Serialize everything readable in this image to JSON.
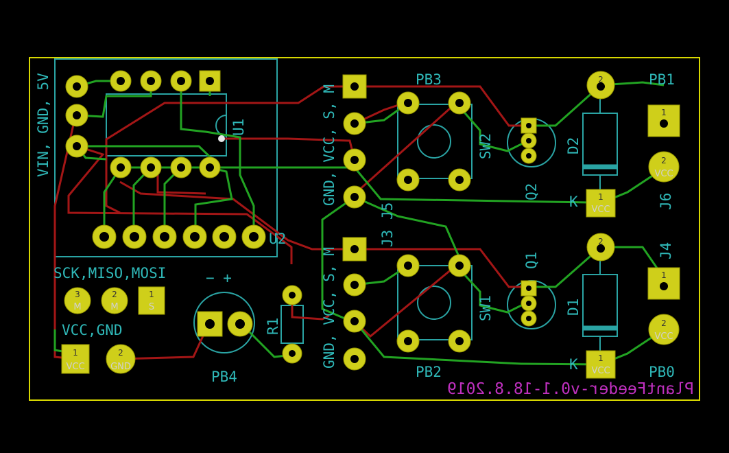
{
  "board": {
    "title": "PlantFeeder-v0.1-18.8.2019"
  },
  "labels": {
    "vin_gnd_5v": "VIN, GND, 5V",
    "gnd_vcc_s_m_top": "GND, VCC, S, M",
    "gnd_vcc_s_m_bottom": "GND, VCC, S, M",
    "sck_miso_mosi": "SCK,MISO,MOSI",
    "vcc_gnd": "VCC,GND",
    "u1": "U1",
    "u2": "U2",
    "j3": "J3",
    "j4": "J4",
    "j5": "J5",
    "j6": "J6",
    "pb0": "PB0",
    "pb1": "PB1",
    "pb2": "PB2",
    "pb3": "PB3",
    "pb4": "PB4",
    "sw1": "SW1",
    "sw2": "SW2",
    "q1": "Q1",
    "q2": "Q2",
    "d1": "D1",
    "d2": "D2",
    "r1": "R1",
    "k_top": "K",
    "k_bottom": "K",
    "minus_plus": "−  +"
  },
  "pads": {
    "p3m": "3",
    "p3m_sub": "M",
    "p2m": "2",
    "p2m_sub": "M",
    "p1s": "1",
    "p1s_sub": "S",
    "p1vcc": "1",
    "p1vcc_sub": "VCC",
    "p2gnd": "2",
    "p2gnd_sub": "GND",
    "j6_1": "1",
    "j6_2": "2",
    "j6_2_sub": "VCC",
    "j4_1": "1",
    "j4_2": "2",
    "j4_2_sub": "VCC",
    "d2_1": "1",
    "d2_1_sub": "VCC",
    "d2_2": "2",
    "d1_1": "1",
    "d1_1_sub": "VCC",
    "d1_2": "2"
  },
  "colors": {
    "background": "#000000",
    "edge_cuts": "#d8d800",
    "front_copper": "#a31616",
    "back_copper": "#22a322",
    "silkscreen": "#2fb8b8",
    "pads": "#cfcf1a",
    "board_title": "#c030c0"
  }
}
